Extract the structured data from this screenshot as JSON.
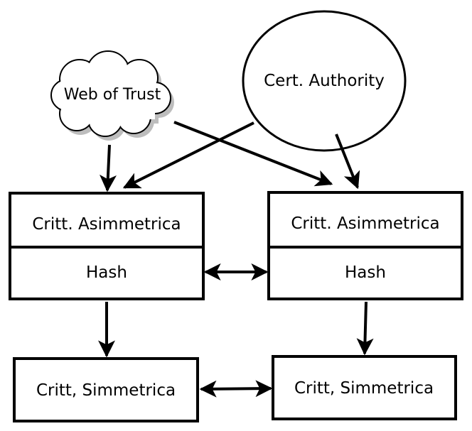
{
  "diagram": {
    "nodes": {
      "web_of_trust": "Web of Trust",
      "cert_authority": "Cert. Authority",
      "left_asym": "Critt. Asimmetrica",
      "left_hash": "Hash",
      "right_asym": "Critt. Asimmetrica",
      "right_hash": "Hash",
      "left_sym": "Critt, Simmetrica",
      "right_sym": "Critt, Simmetrica"
    },
    "edges": [
      {
        "from": "Web of Trust",
        "to": "Critt. Asimmetrica (left)",
        "type": "arrow"
      },
      {
        "from": "Web of Trust",
        "to": "Critt. Asimmetrica (right)",
        "type": "arrow"
      },
      {
        "from": "Cert. Authority",
        "to": "Critt. Asimmetrica (left)",
        "type": "arrow"
      },
      {
        "from": "Cert. Authority",
        "to": "Critt. Asimmetrica (right)",
        "type": "arrow"
      },
      {
        "from": "Hash (left)",
        "to": "Hash (right)",
        "type": "bidirectional"
      },
      {
        "from": "Hash (left)",
        "to": "Critt, Simmetrica (left)",
        "type": "arrow"
      },
      {
        "from": "Hash (right)",
        "to": "Critt, Simmetrica (right)",
        "type": "arrow"
      },
      {
        "from": "Critt, Simmetrica (left)",
        "to": "Critt, Simmetrica (right)",
        "type": "bidirectional"
      }
    ],
    "colors": {
      "stroke": "#000000",
      "fill": "#ffffff",
      "cloud_shadow": "#bdbdbd"
    }
  }
}
